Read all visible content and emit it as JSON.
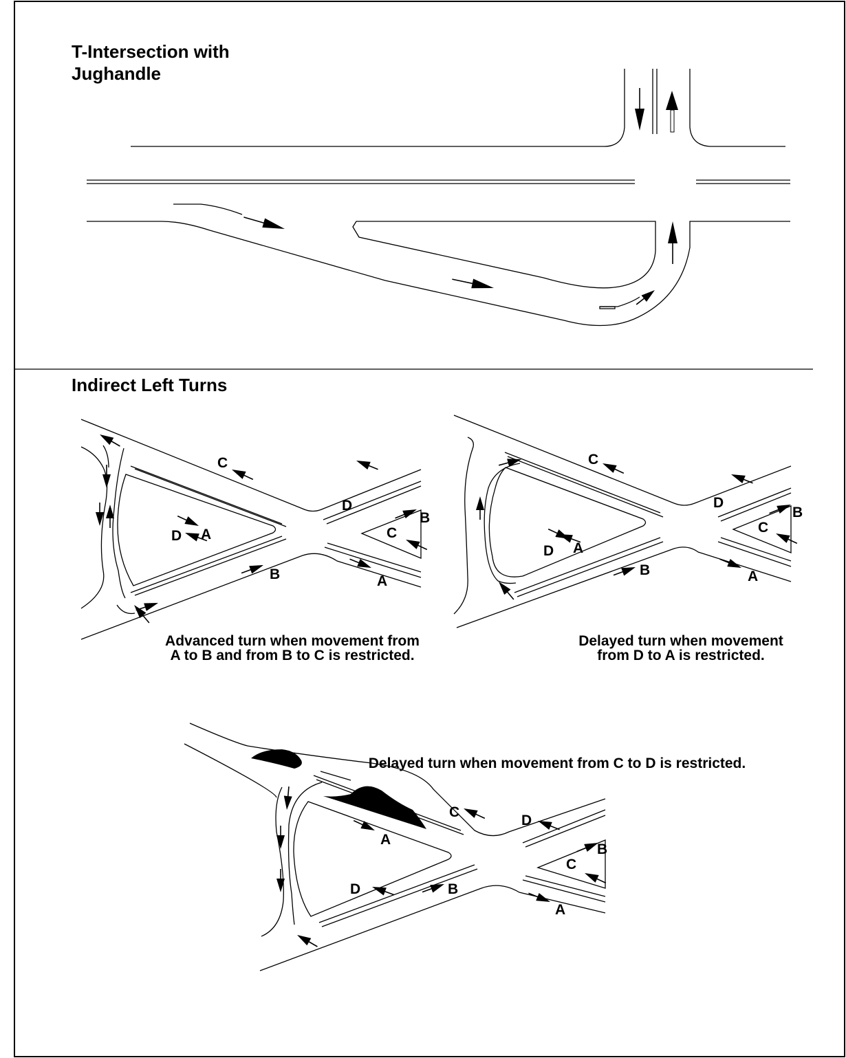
{
  "sections": {
    "jughandle_title_line1": "T-Intersection with",
    "jughandle_title_line2": "Jughandle",
    "indirect_title": "Indirect Left Turns"
  },
  "captions": {
    "advanced_line1": "Advanced turn when movement from",
    "advanced_line2": "A to B and from B to C is restricted.",
    "delayed_da_line1": "Delayed turn when movement",
    "delayed_da_line2": "from D to A is restricted.",
    "delayed_cd": "Delayed turn when movement from C to D is restricted."
  },
  "movement_labels": [
    "A",
    "B",
    "C",
    "D"
  ]
}
